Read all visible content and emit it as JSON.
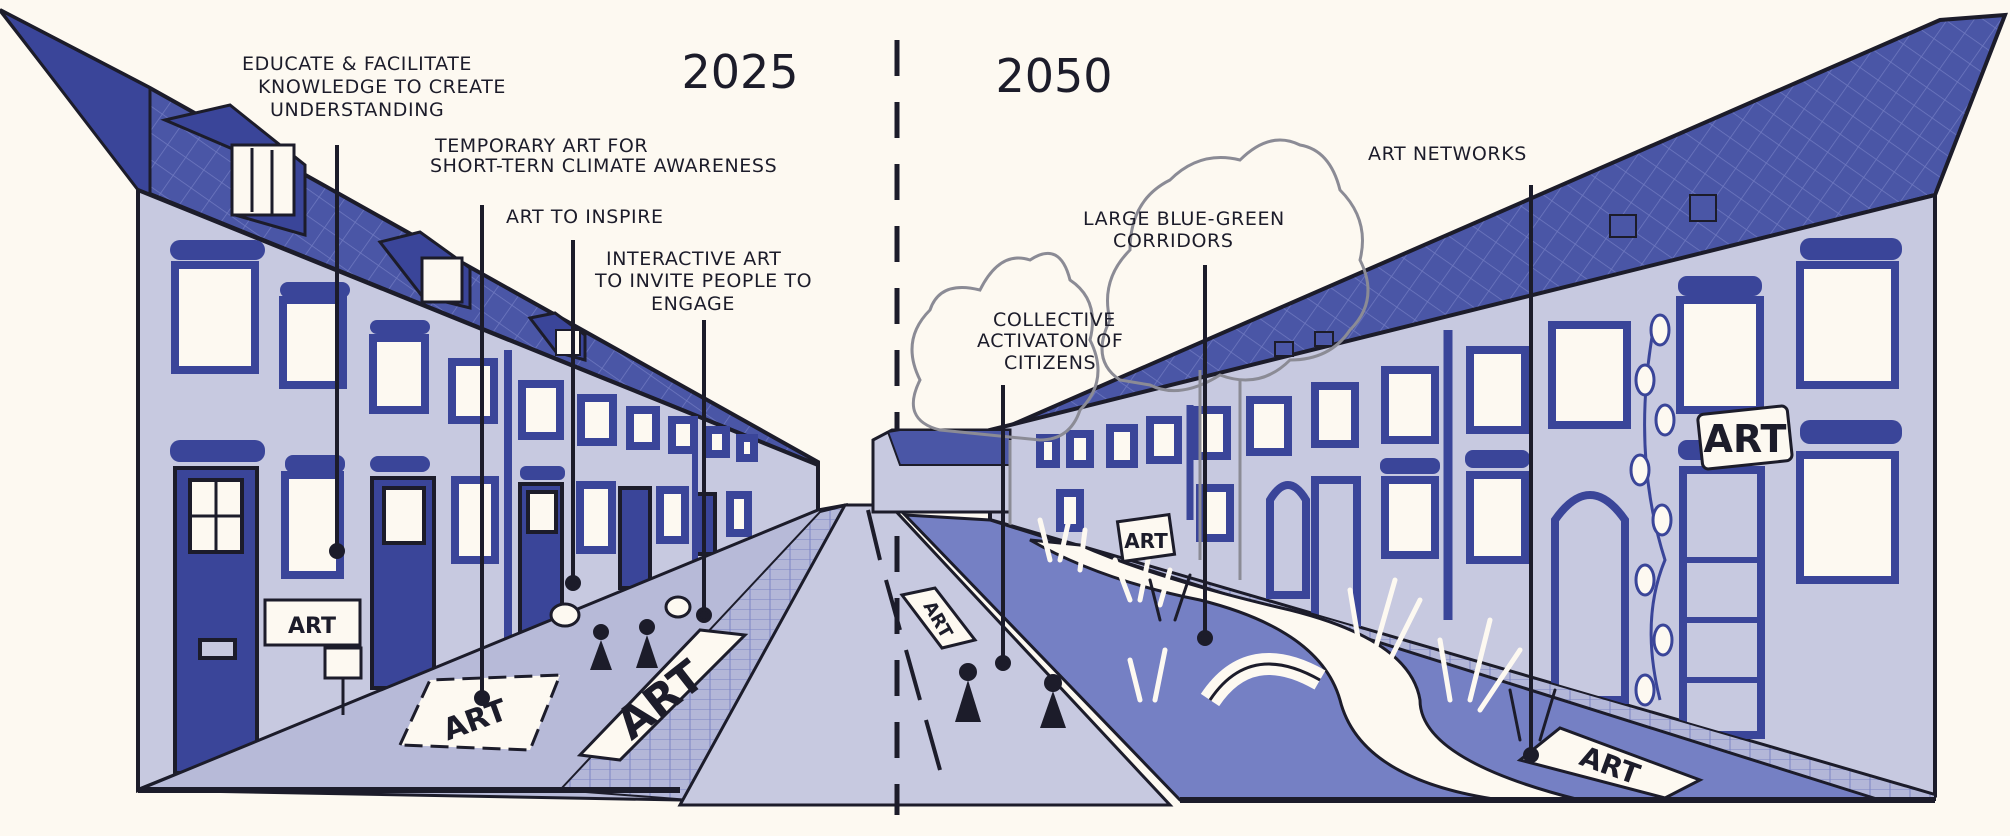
{
  "years": {
    "left": "2025",
    "right": "2050"
  },
  "labels": {
    "educate": [
      "EDUCATE & FACILITATE",
      "KNOWLEDGE TO CREATE",
      "UNDERSTANDING"
    ],
    "temporary": [
      "TEMPORARY ART FOR",
      "SHORT-TERN CLIMATE AWARENESS"
    ],
    "inspire": [
      "ART TO INSPIRE"
    ],
    "interactive": [
      "INTERACTIVE ART",
      "TO INVITE PEOPLE TO",
      "ENGAGE"
    ],
    "collective": [
      "COLLECTIVE",
      "ACTIVATON OF",
      "CITIZENS"
    ],
    "corridors": [
      "LARGE BLUE-GREEN",
      "CORRIDORS"
    ],
    "networks": [
      "ART NETWORKS"
    ]
  },
  "signs": {
    "planter": "ART",
    "sidewalk_left": "ART",
    "sidewalk_big": "ART",
    "road_sign": "ART",
    "bank_sign": "ART",
    "wall_sign": "ART",
    "canal_ground": "ART"
  },
  "colors": {
    "background": "#fdf9f1",
    "roof": "#4a56a6",
    "wall": "#c7c9e0",
    "trim": "#3a4599",
    "ink": "#1c1c2a",
    "water": "#7580c4"
  }
}
